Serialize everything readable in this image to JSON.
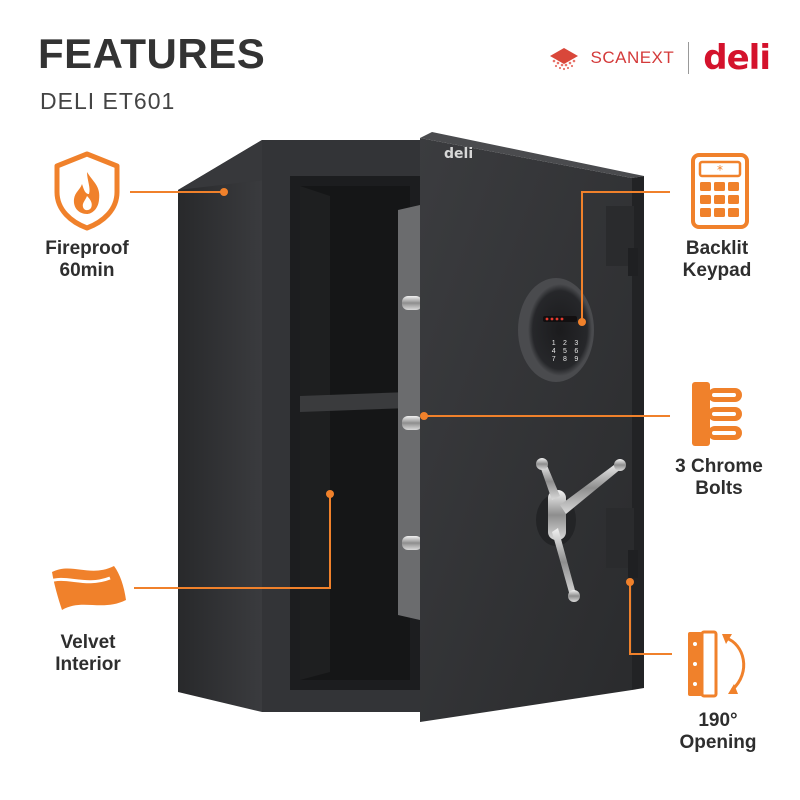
{
  "header": {
    "title": "FEATURES",
    "subtitle": "DELI ET601"
  },
  "brand": {
    "scanext": "SCANEXT",
    "deli": "deli",
    "door_logo": "deli"
  },
  "features": {
    "fireproof": [
      "Fireproof",
      "60min"
    ],
    "keypad": [
      "Backlit",
      "Keypad"
    ],
    "bolts": [
      "3 Chrome",
      "Bolts"
    ],
    "velvet": [
      "Velvet",
      "Interior"
    ],
    "opening": [
      "190°",
      "Opening"
    ]
  },
  "keypad": {
    "keys": [
      "1",
      "2",
      "3",
      "4",
      "5",
      "6",
      "7",
      "8",
      "9"
    ]
  },
  "colors": {
    "accent": "#f0812b",
    "safe_body": "#2e2f31",
    "brand_red": "#d4122c"
  },
  "icons": {
    "fireproof": "fire-shield-icon",
    "keypad": "keypad-icon",
    "bolts": "bolts-icon",
    "velvet": "velvet-icon",
    "opening": "hinge-rotate-icon"
  }
}
